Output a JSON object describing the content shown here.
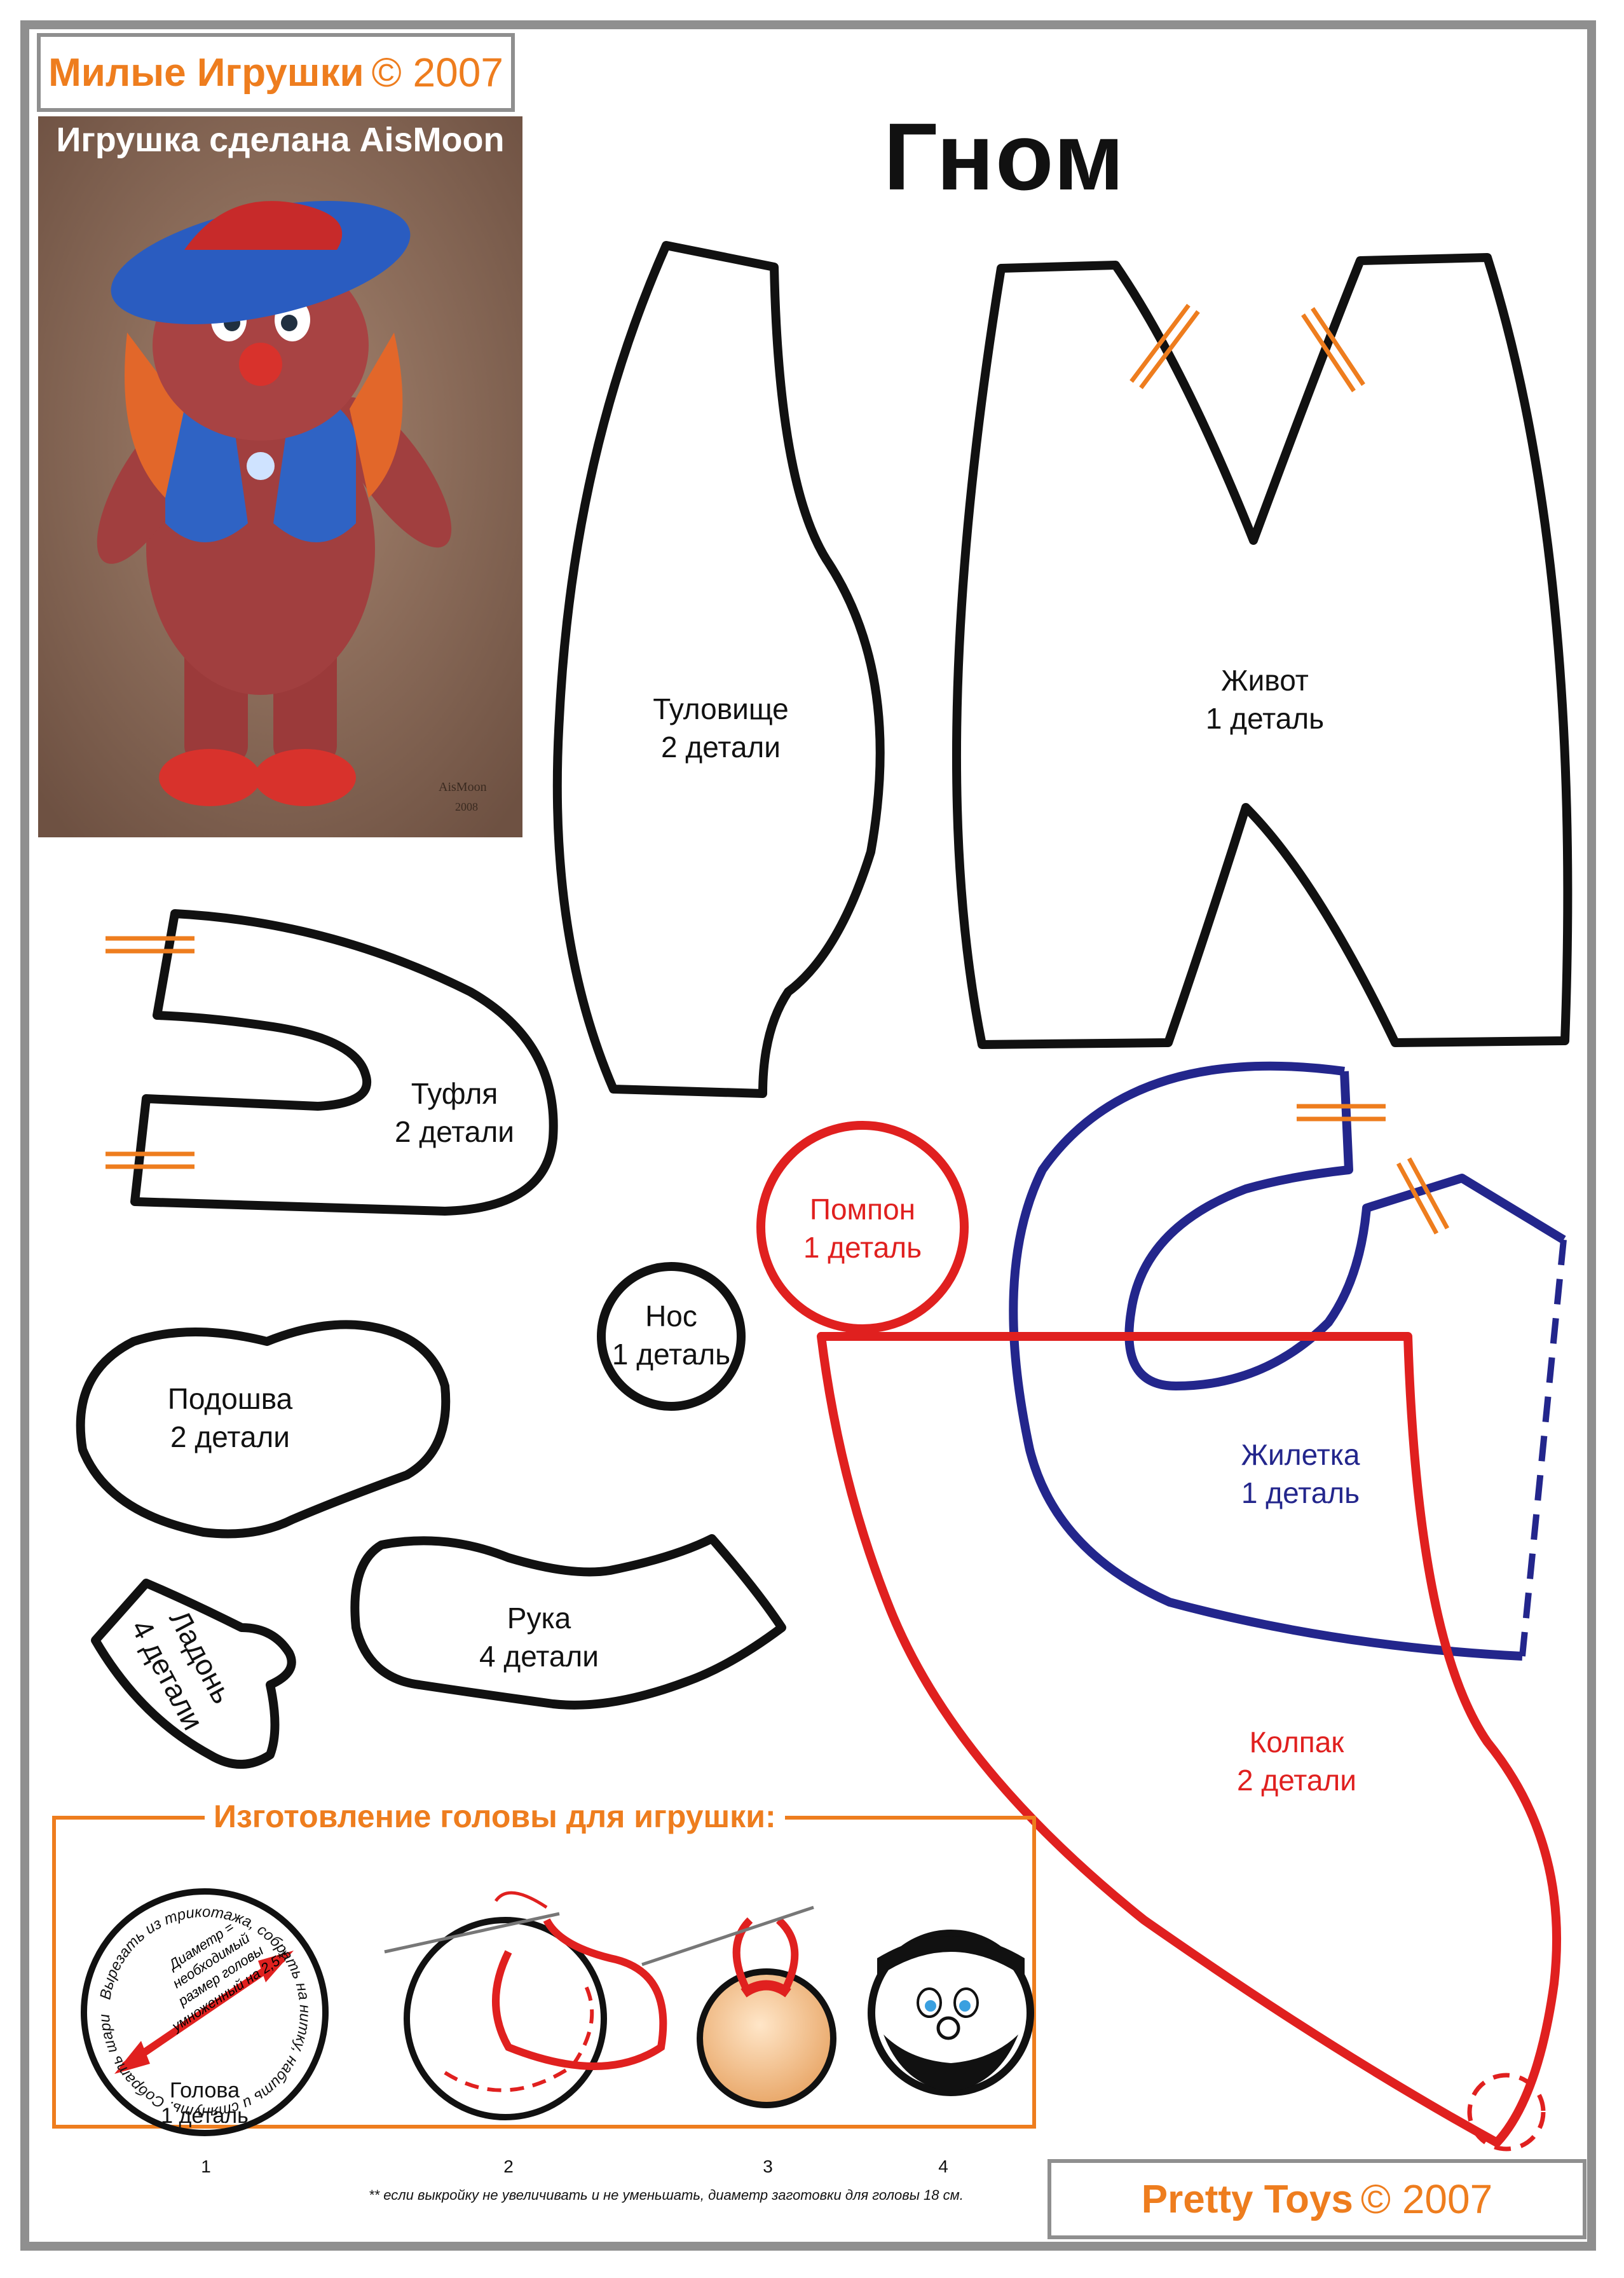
{
  "brand_top": {
    "name": "Милые Игрушки",
    "copyright": "© 2007"
  },
  "brand_bottom": {
    "name": "Pretty Toys",
    "copyright": "© 2007"
  },
  "photo": {
    "caption": "Игрушка сделана AisMoon",
    "signature": "AisMoon",
    "signature_year": "2008"
  },
  "title": "Гном",
  "pieces": {
    "torso": {
      "name": "Туловище",
      "count": "2 детали"
    },
    "belly": {
      "name": "Живот",
      "count": "1 деталь"
    },
    "shoe": {
      "name": "Туфля",
      "count": "2 детали"
    },
    "pompon": {
      "name": "Помпон",
      "count": "1 деталь"
    },
    "nose": {
      "name": "Нос",
      "count": "1 деталь"
    },
    "sole": {
      "name": "Подошва",
      "count": "2 детали"
    },
    "vest": {
      "name": "Жилетка",
      "count": "1 деталь"
    },
    "arm": {
      "name": "Рука",
      "count": "4 детали"
    },
    "palm": {
      "name": "Ладонь",
      "count": "4 детали"
    },
    "cap": {
      "name": "Колпак",
      "count": "2 детали"
    }
  },
  "head_section": {
    "title": "Изготовление головы для игрушки:",
    "circle_text": "Вырезать из трикотажа, собрать на нитку, набить и стянуть. Собрать шарик.",
    "diameter_note_1": "Диаметр = необходимый",
    "diameter_note_2": "размер головы",
    "diameter_note_3": "умноженный на 2,5**",
    "head_name": "Голова",
    "head_count": "1 деталь",
    "steps": [
      "1",
      "2",
      "3",
      "4"
    ],
    "footnote": "** если выкройку не увеличивать и не уменьшать, диаметр заготовки для головы 18 см."
  },
  "colors": {
    "orange": "#ee7d1e",
    "red": "#e0201f",
    "blue": "#23268c",
    "black": "#111111",
    "frame": "#8f8f8f"
  }
}
